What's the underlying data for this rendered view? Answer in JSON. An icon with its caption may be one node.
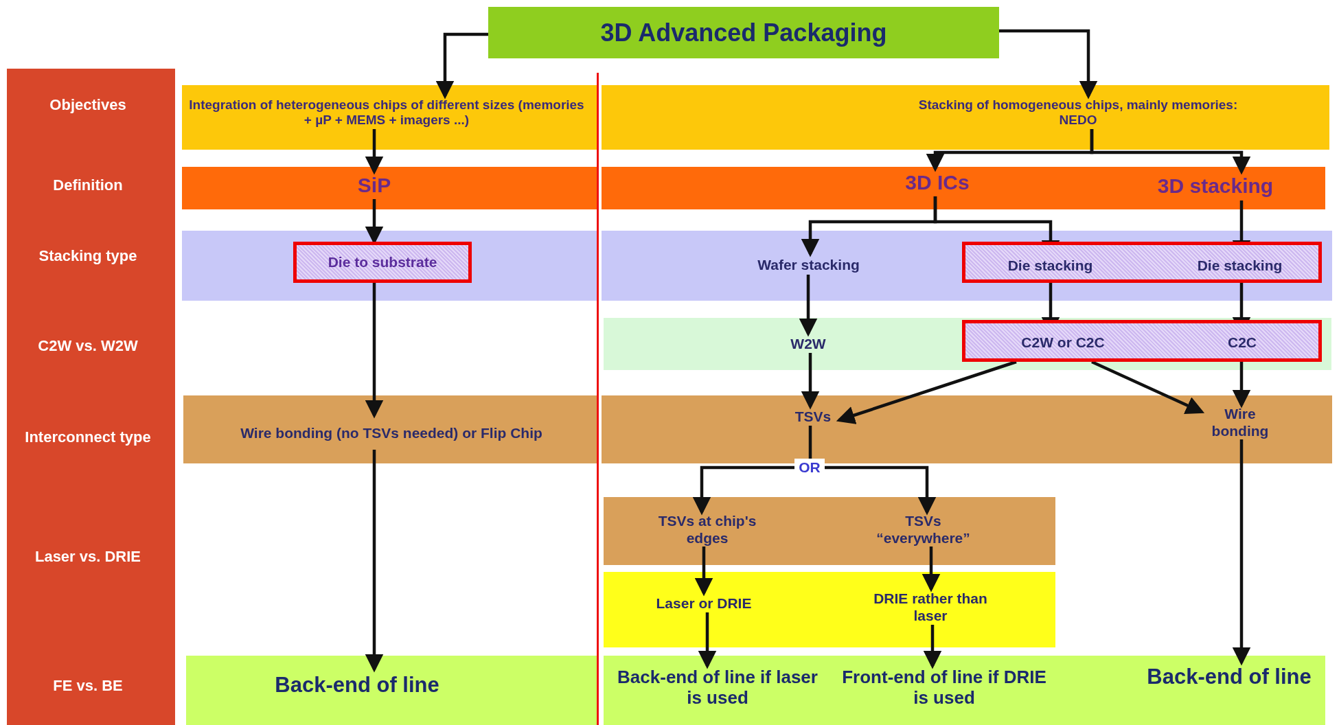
{
  "diagram": {
    "nodes": [
      {
        "text": [
          "3D Advanced Packaging"
        ]
      },
      {
        "text": [
          "Objectives",
          "Definition",
          "Stacking type",
          "C2W vs. W2W",
          "Interconnect type",
          "Laser vs. DRIE",
          "FE vs. BE"
        ]
      },
      {
        "text": [
          "Integration of heterogeneous chips of different sizes (memories + µP + MEMS + imagers ...)"
        ]
      },
      {
        "text": [
          "Stacking of homogeneous chips, mainly memories: NEDO"
        ]
      },
      {
        "text": [
          "SiP"
        ]
      },
      {
        "text": [
          "3D ICs"
        ]
      },
      {
        "text": [
          "3D stacking"
        ]
      },
      {
        "text": [
          "Die to substrate"
        ]
      },
      {
        "text": [
          "Wafer stacking"
        ]
      },
      {
        "text": [],
        "shape": "box"
      },
      {
        "text": [
          "Die stacking"
        ],
        "in": 9
      },
      {
        "text": [
          "Die stacking"
        ],
        "in": 9
      },
      {
        "text": [
          "W2W"
        ]
      },
      {
        "text": [],
        "shape": "box"
      },
      {
        "text": [
          "C2W or C2C"
        ],
        "in": 13
      },
      {
        "text": [
          "C2C"
        ],
        "in": 13
      },
      {
        "text": [
          "Wire bonding (no TSVs needed) or Flip Chip"
        ]
      },
      {
        "text": [
          "TSVs"
        ]
      },
      {
        "text": [
          "Wire bonding"
        ]
      },
      {
        "text": [
          "OR"
        ]
      },
      {
        "text": [
          "TSVs at chip's edges"
        ]
      },
      {
        "text": [
          "TSVs “everywhere”"
        ]
      },
      {
        "text": [
          "Laser or DRIE"
        ]
      },
      {
        "text": [
          "DRIE rather than laser"
        ]
      },
      {
        "text": [
          "Back-end of line"
        ]
      },
      {
        "text": [
          "Back-end of line if laser is used"
        ]
      },
      {
        "text": [
          "Front-end of line if DRIE is used"
        ]
      },
      {
        "text": [
          "Back-end of line"
        ]
      }
    ],
    "edges": [
      {
        "from": 0,
        "to": 2,
        "arrow": "to"
      },
      {
        "from": 0,
        "to": 3,
        "arrow": "to"
      },
      {
        "from": 2,
        "to": 4,
        "arrow": "to"
      },
      {
        "from": 3,
        "to": 5,
        "arrow": "to"
      },
      {
        "from": 3,
        "to": 6,
        "arrow": "to"
      },
      {
        "from": 4,
        "to": 7,
        "arrow": "to"
      },
      {
        "from": 5,
        "to": 8,
        "arrow": "to"
      },
      {
        "from": 5,
        "to": 10,
        "arrow": "to"
      },
      {
        "from": 6,
        "to": 11,
        "arrow": "to"
      },
      {
        "from": 7,
        "to": 16,
        "arrow": "to"
      },
      {
        "from": 8,
        "to": 12,
        "arrow": "to"
      },
      {
        "from": 10,
        "to": 14,
        "arrow": "to"
      },
      {
        "from": 11,
        "to": 15,
        "arrow": "to"
      },
      {
        "from": 12,
        "to": 17,
        "arrow": "to"
      },
      {
        "from": 14,
        "to": 17,
        "arrow": "to"
      },
      {
        "from": 14,
        "to": 18,
        "arrow": "to"
      },
      {
        "from": 15,
        "to": 18,
        "arrow": "to"
      },
      {
        "from": 17,
        "to": 19,
        "arrow": "none"
      },
      {
        "from": 19,
        "to": 20,
        "arrow": "to"
      },
      {
        "from": 19,
        "to": 21,
        "arrow": "to"
      },
      {
        "from": 16,
        "to": 24,
        "arrow": "to"
      },
      {
        "from": 20,
        "to": 22,
        "arrow": "to"
      },
      {
        "from": 21,
        "to": 23,
        "arrow": "to"
      },
      {
        "from": 22,
        "to": 25,
        "arrow": "to"
      },
      {
        "from": 23,
        "to": 26,
        "arrow": "to"
      },
      {
        "from": 18,
        "to": 27,
        "arrow": "to"
      }
    ]
  }
}
